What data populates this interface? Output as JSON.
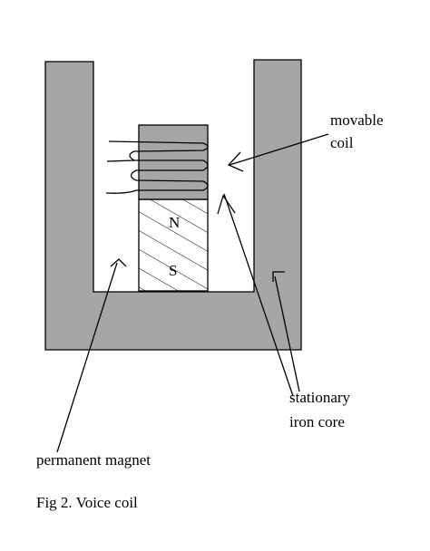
{
  "colors": {
    "iron": "#a6a6a6",
    "coil_body": "#a6a6a6",
    "magnet_fill": "#ffffff",
    "stroke": "#000000"
  },
  "labels": {
    "movable_coil_line1": "movable",
    "movable_coil_line2": "coil",
    "stationary_line1": "stationary",
    "stationary_line2": "iron core",
    "permanent_magnet": "permanent magnet",
    "north_pole": "N",
    "south_pole": "S"
  },
  "caption": "Fig 2. Voice coil"
}
